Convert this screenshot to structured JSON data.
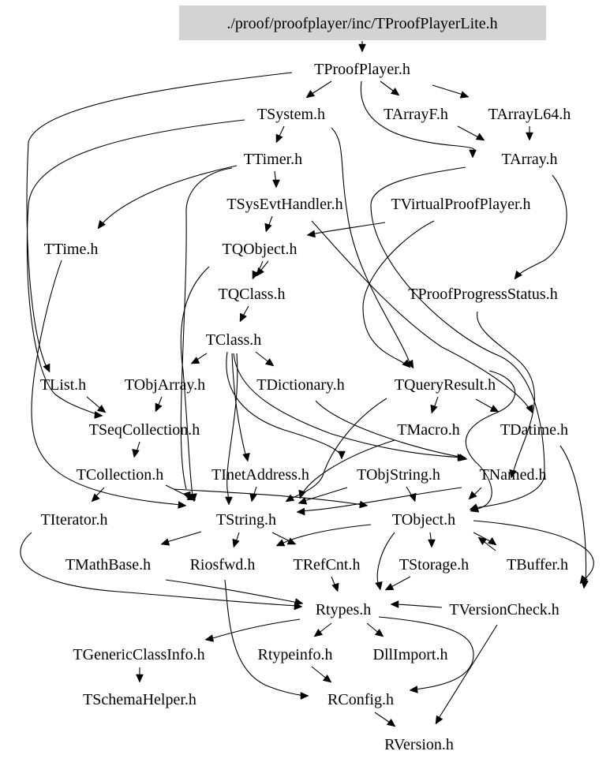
{
  "graph": {
    "root_fill": "#d3d3d3",
    "nodes": [
      {
        "id": "root",
        "label": "./proof/proofplayer/inc/TProofPlayerLite.h"
      },
      {
        "id": "TProofPlayer",
        "label": "TProofPlayer.h"
      },
      {
        "id": "TSystem",
        "label": "TSystem.h"
      },
      {
        "id": "TArrayF",
        "label": "TArrayF.h"
      },
      {
        "id": "TArrayL64",
        "label": "TArrayL64.h"
      },
      {
        "id": "TTimer",
        "label": "TTimer.h"
      },
      {
        "id": "TArray",
        "label": "TArray.h"
      },
      {
        "id": "TSysEvtHandler",
        "label": "TSysEvtHandler.h"
      },
      {
        "id": "TVirtualProofPlayer",
        "label": "TVirtualProofPlayer.h"
      },
      {
        "id": "TTime",
        "label": "TTime.h"
      },
      {
        "id": "TQObject",
        "label": "TQObject.h"
      },
      {
        "id": "TQClass",
        "label": "TQClass.h"
      },
      {
        "id": "TProofProgressStatus",
        "label": "TProofProgressStatus.h"
      },
      {
        "id": "TClass",
        "label": "TClass.h"
      },
      {
        "id": "TList",
        "label": "TList.h"
      },
      {
        "id": "TObjArray",
        "label": "TObjArray.h"
      },
      {
        "id": "TDictionary",
        "label": "TDictionary.h"
      },
      {
        "id": "TQueryResult",
        "label": "TQueryResult.h"
      },
      {
        "id": "TSeqCollection",
        "label": "TSeqCollection.h"
      },
      {
        "id": "TMacro",
        "label": "TMacro.h"
      },
      {
        "id": "TDatime",
        "label": "TDatime.h"
      },
      {
        "id": "TCollection",
        "label": "TCollection.h"
      },
      {
        "id": "TInetAddress",
        "label": "TInetAddress.h"
      },
      {
        "id": "TObjString",
        "label": "TObjString.h"
      },
      {
        "id": "TNamed",
        "label": "TNamed.h"
      },
      {
        "id": "TIterator",
        "label": "TIterator.h"
      },
      {
        "id": "TString",
        "label": "TString.h"
      },
      {
        "id": "TObject",
        "label": "TObject.h"
      },
      {
        "id": "TMathBase",
        "label": "TMathBase.h"
      },
      {
        "id": "Riosfwd",
        "label": "Riosfwd.h"
      },
      {
        "id": "TRefCnt",
        "label": "TRefCnt.h"
      },
      {
        "id": "TStorage",
        "label": "TStorage.h"
      },
      {
        "id": "TBuffer",
        "label": "TBuffer.h"
      },
      {
        "id": "Rtypes",
        "label": "Rtypes.h"
      },
      {
        "id": "TVersionCheck",
        "label": "TVersionCheck.h"
      },
      {
        "id": "TGenericClassInfo",
        "label": "TGenericClassInfo.h"
      },
      {
        "id": "Rtypeinfo",
        "label": "Rtypeinfo.h"
      },
      {
        "id": "DllImport",
        "label": "DllImport.h"
      },
      {
        "id": "TSchemaHelper",
        "label": "TSchemaHelper.h"
      },
      {
        "id": "RConfig",
        "label": "RConfig.h"
      },
      {
        "id": "RVersion",
        "label": "RVersion.h"
      }
    ]
  }
}
